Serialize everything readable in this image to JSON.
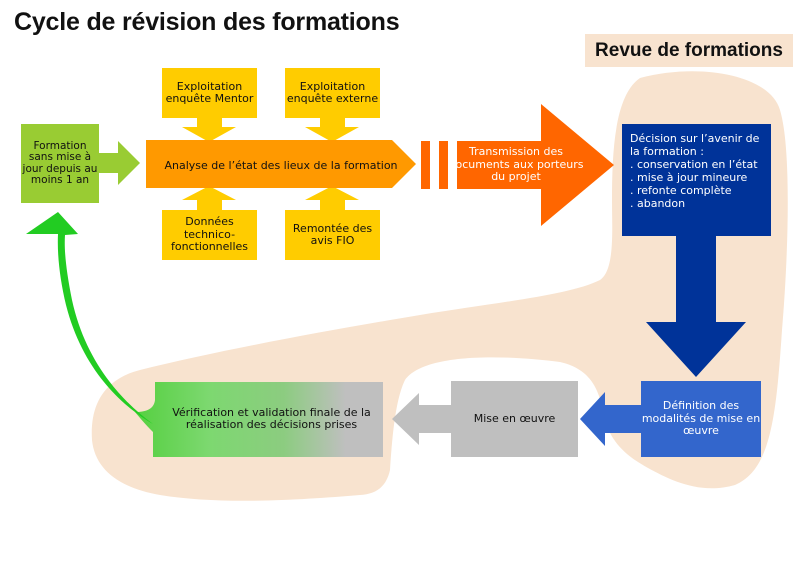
{
  "title": "Cycle de révision des formations",
  "zone_label": "Revue de formations",
  "colors": {
    "zone_bg": "#f8e3cf",
    "start_green": "#99cc33",
    "input_yellow": "#ffcc00",
    "analyse_orange": "#ff9900",
    "transmission_orange": "#ff6600",
    "decision_blue": "#003399",
    "definition_blue": "#3366cc",
    "mise_grey": "#bfbfbf",
    "return_arrow_green": "#22cc22"
  },
  "nodes": {
    "start": "Formation sans mise à jour depuis au moins 1 an",
    "inputs": [
      "Exploitation enquête Mentor",
      "Exploitation enquête externe",
      "Données technico-fonctionnelles",
      "Remontée des avis FIO"
    ],
    "analyse": "Analyse de l’état des lieux de la formation",
    "transmission": "Transmission des documents aux porteurs du projet",
    "decision": {
      "heading": "Décision sur l’avenir de la formation :",
      "options": [
        ". conservation en l’état",
        ". mise à jour mineure",
        ". refonte complète",
        ". abandon"
      ]
    },
    "definition": "Définition des modalités de mise en œuvre",
    "mise_en_oeuvre": "Mise en œuvre",
    "verification": "Vérification et validation finale de la réalisation des décisions prises"
  }
}
